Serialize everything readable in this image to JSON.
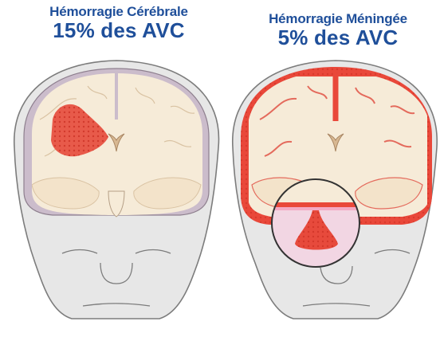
{
  "panels": {
    "left": {
      "subtitle": "Hémorragie Cérébrale",
      "stat": "15% des AVC"
    },
    "right": {
      "subtitle": "Hémorragie Méningée",
      "stat": "5% des AVC"
    }
  },
  "colors": {
    "title": "#1f4f9a",
    "head": "#e6e6e6",
    "brain": "#f6ebd8",
    "skull_left": "#c9b7c9",
    "bleed": "#e74a3c",
    "meninges": "#f4a9c4"
  }
}
